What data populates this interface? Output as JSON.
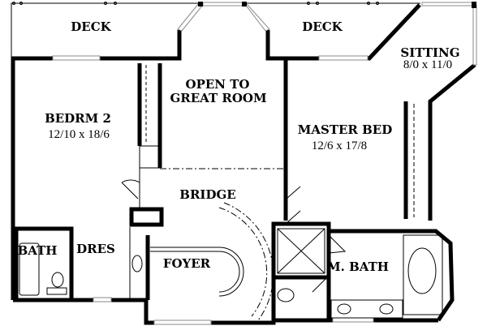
{
  "rooms": {
    "deck_left": "DECK",
    "deck_right": "DECK",
    "sitting": {
      "name": "SITTING",
      "size": "8/0 x 11/0"
    },
    "open_to": {
      "line1": "OPEN TO",
      "line2": "GREAT ROOM"
    },
    "bedroom2": {
      "name": "BEDRM 2",
      "size": "12/10 x 18/6"
    },
    "master_bed": {
      "name": "MASTER BED",
      "size": "12/6 x 17/8"
    },
    "bridge": "BRIDGE",
    "bath": "BATH",
    "dres": "DRES",
    "foyer": "FOYER",
    "master_bath": "M. BATH"
  }
}
